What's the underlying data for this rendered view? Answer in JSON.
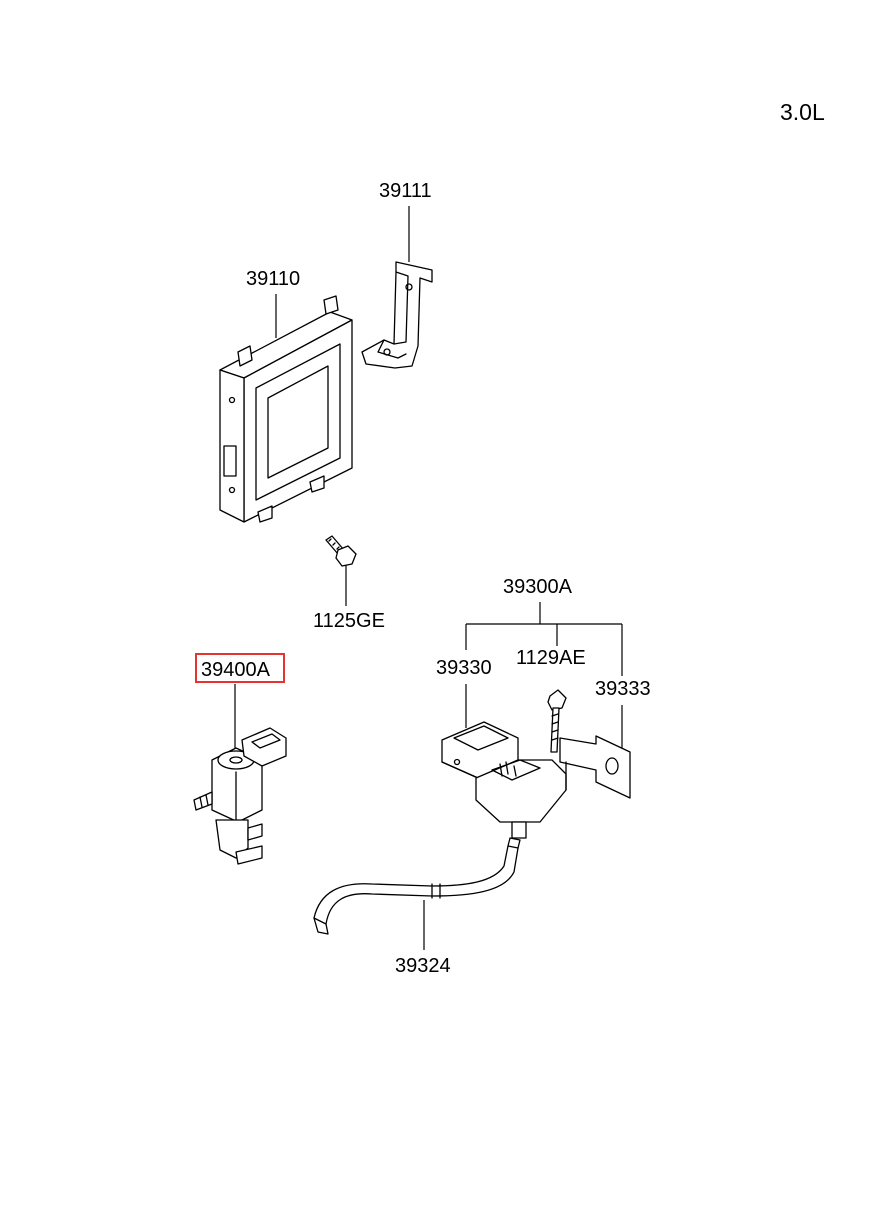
{
  "engine_label": "3.0L",
  "labels": {
    "p39111": "39111",
    "p39110": "39110",
    "p1125GE": "1125GE",
    "p39300A": "39300A",
    "p39330": "39330",
    "p1129AE": "1129AE",
    "p39333": "39333",
    "p39400A": "39400A",
    "p39324": "39324"
  },
  "highlighted_part": "39400A",
  "colors": {
    "highlight": "#e3342f",
    "line": "#000000",
    "background": "#ffffff"
  }
}
